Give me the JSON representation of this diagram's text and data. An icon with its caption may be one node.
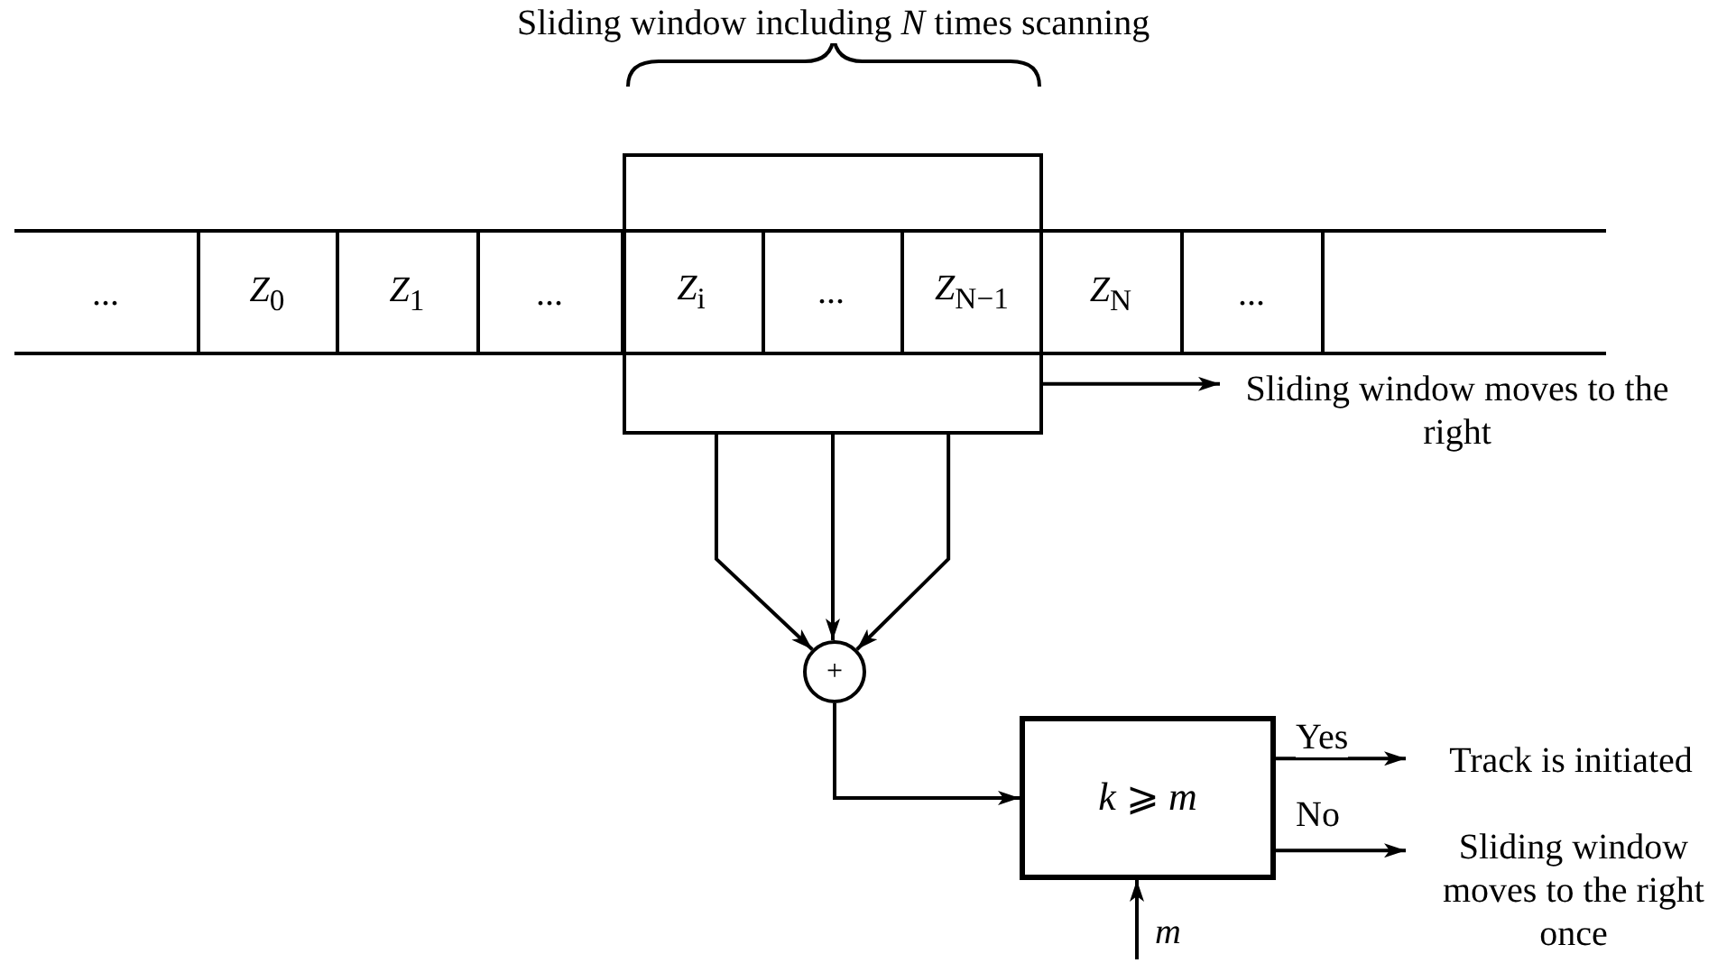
{
  "diagram": {
    "nodes": [
      {
        "text": [],
        "shape": "box"
      },
      {
        "text": [
          "..."
        ]
      },
      {
        "text": [
          "*Z*$_{0}$"
        ]
      },
      {
        "text": [
          "*Z*$_{1}$"
        ]
      },
      {
        "text": [
          "..."
        ]
      },
      {
        "text": [
          "*Z*$_{i}$"
        ],
        "in": 0
      },
      {
        "text": [
          "..."
        ],
        "in": 0
      },
      {
        "text": [
          "*Z*$_{N−1}$"
        ],
        "in": 0
      },
      {
        "text": [
          "*Z*$_{N}$"
        ]
      },
      {
        "text": [
          "..."
        ]
      },
      {
        "text": [
          "+"
        ]
      },
      {
        "text": [
          "*k* ⩾ *m*"
        ]
      },
      {
        "text": [
          "Sliding window moves to the right"
        ]
      },
      {
        "text": [
          "Track is initiated"
        ]
      },
      {
        "text": [
          "Sliding window moves to the right once"
        ]
      }
    ],
    "edges": [
      {
        "from": 0,
        "to": 12,
        "arrow": "to"
      },
      {
        "from": 0,
        "to": 10,
        "arrow": "to"
      },
      {
        "from": 0,
        "to": 10,
        "arrow": "to"
      },
      {
        "from": 0,
        "to": 10,
        "arrow": "to"
      },
      {
        "from": 10,
        "to": 11,
        "arrow": "to"
      },
      {
        "from": 11,
        "to": 13,
        "arrow": "to",
        "label": "Yes"
      },
      {
        "from": 11,
        "to": 14,
        "arrow": "to",
        "label": "No"
      },
      {
        "from": null,
        "to": 11,
        "arrow": "to",
        "label": "m"
      }
    ],
    "labels": [
      "Sliding window including *N* times scanning"
    ]
  }
}
